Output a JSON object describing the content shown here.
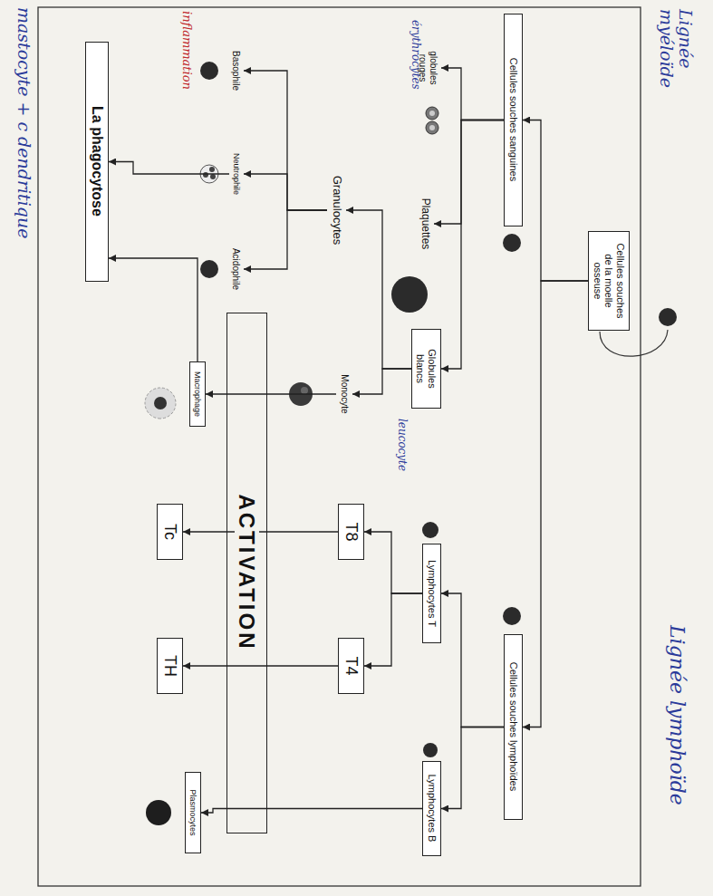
{
  "diagram": {
    "nodes": [
      {
        "text": [
          "Cellules souches de la moelle osseuse"
        ]
      },
      {
        "text": [
          "Cellules souches sanguines"
        ]
      },
      {
        "text": [
          "Cellules souches lymphoïdes"
        ]
      },
      {
        "text": [
          "globules rouges"
        ]
      },
      {
        "text": [
          "Plaquettes"
        ]
      },
      {
        "text": [
          "Globules blancs"
        ]
      },
      {
        "text": [
          "Lymphocytes T"
        ]
      },
      {
        "text": [
          "Lymphocytes B"
        ]
      },
      {
        "text": [
          "Granulocytes"
        ]
      },
      {
        "text": [
          "Monocyte"
        ]
      },
      {
        "text": [
          "T8"
        ]
      },
      {
        "text": [
          "T4"
        ]
      },
      {
        "text": [
          "Basophile"
        ]
      },
      {
        "text": [
          "Neutrophile"
        ]
      },
      {
        "text": [
          "Acidophile"
        ]
      },
      {
        "text": [
          "ACTIVATION"
        ]
      },
      {
        "text": [
          "Macrophage"
        ]
      },
      {
        "text": [
          "Tc"
        ]
      },
      {
        "text": [
          "TH"
        ]
      },
      {
        "text": [
          "Plasmocytes"
        ]
      },
      {
        "text": [
          "La phagocytose"
        ]
      }
    ],
    "edges": [
      {
        "from": 0,
        "to": 1,
        "arrow": "to"
      },
      {
        "from": 0,
        "to": 2,
        "arrow": "to"
      },
      {
        "from": 1,
        "to": 3,
        "arrow": "to"
      },
      {
        "from": 1,
        "to": 4,
        "arrow": "to"
      },
      {
        "from": 1,
        "to": 5,
        "arrow": "to"
      },
      {
        "from": 2,
        "to": 6,
        "arrow": "to"
      },
      {
        "from": 2,
        "to": 7,
        "arrow": "to"
      },
      {
        "from": 5,
        "to": 8,
        "arrow": "to"
      },
      {
        "from": 5,
        "to": 9,
        "arrow": "to"
      },
      {
        "from": 6,
        "to": 10,
        "arrow": "to"
      },
      {
        "from": 6,
        "to": 11,
        "arrow": "to"
      },
      {
        "from": 8,
        "to": 12,
        "arrow": "to"
      },
      {
        "from": 8,
        "to": 13,
        "arrow": "to"
      },
      {
        "from": 8,
        "to": 14,
        "arrow": "to"
      },
      {
        "from": 13,
        "to": 20,
        "arrow": "to"
      },
      {
        "from": 9,
        "to": 16,
        "arrow": "to"
      },
      {
        "from": 16,
        "to": 20,
        "arrow": "to"
      },
      {
        "from": 10,
        "to": 17,
        "arrow": "to"
      },
      {
        "from": 11,
        "to": 18,
        "arrow": "to"
      },
      {
        "from": 7,
        "to": 19,
        "arrow": "to"
      }
    ],
    "labels": [
      "Lignée myéloïde",
      "érythrocytes",
      "leucocyte",
      "Lignée lymphoïde",
      "inflammation",
      "mastocyte + c dendritique"
    ]
  }
}
